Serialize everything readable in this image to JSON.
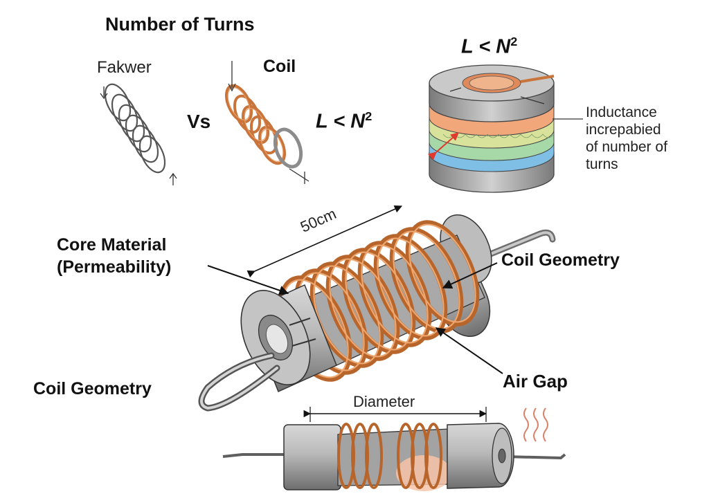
{
  "labels": {
    "number_of_turns": "Number of Turns",
    "fakwer": "Fakwer",
    "coil": "Coil",
    "vs": "Vs",
    "formula_left": "L < N",
    "formula_right": "L < N",
    "exponent": "2",
    "inductance_note": [
      "Inductance",
      "increpabied",
      "of number of",
      "turns"
    ],
    "length": "50cm",
    "core_material": [
      "Core Material",
      "(Permeability)"
    ],
    "coil_geometry_right": "Coil Geometry",
    "coil_geometry_left": "Coil Geometry",
    "air_gap": "Air Gap",
    "diameter": "Diameter"
  },
  "colors": {
    "copper": "#c8743a",
    "copper_light": "#e9a06a",
    "steel": "#9a9a9a",
    "steel_dark": "#5f5f5f",
    "layer_orange": "#f2a77a",
    "layer_yellow": "#d9e29a",
    "layer_green": "#a6d8a8",
    "layer_blue": "#7fbfe6",
    "arrow_red": "#e0392e"
  }
}
